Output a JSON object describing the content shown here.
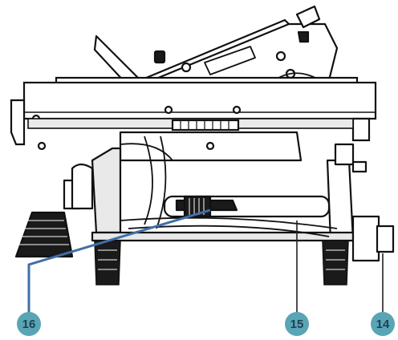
{
  "diagram": {
    "callouts": [
      {
        "number": "16",
        "badge_color": "#5aa5b5",
        "leader_color": "#3f6fa6",
        "text_color": "#1e3f55"
      },
      {
        "number": "15",
        "badge_color": "#5aa5b5",
        "leader_color": "#222222",
        "text_color": "#1e3f55"
      },
      {
        "number": "14",
        "badge_color": "#5aa5b5",
        "leader_color": "#222222",
        "text_color": "#1e3f55"
      }
    ],
    "colors": {
      "line": "#111111",
      "fill": "#ffffff",
      "shade": "#e9e9e9",
      "dark": "#1a1a1a"
    }
  }
}
